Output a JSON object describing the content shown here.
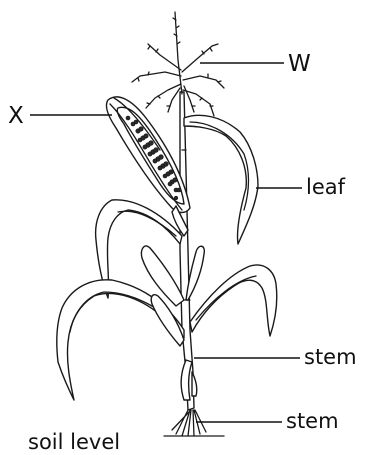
{
  "labels": {
    "w": "W",
    "x": "X",
    "leaf": "leaf",
    "stem_upper": "stem",
    "stem_lower": "stem",
    "soil_level": "soil level"
  }
}
